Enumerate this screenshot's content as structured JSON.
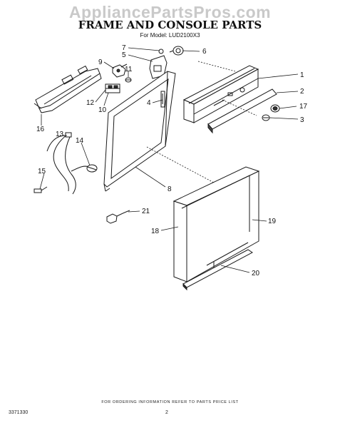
{
  "watermark": "AppliancePartsPros.com",
  "title": "FRAME AND CONSOLE PARTS",
  "model_line": "For Model: LUD2100X3",
  "footer": {
    "ordering_note": "FOR ORDERING INFORMATION REFER TO PARTS PRICE LIST",
    "doc_code": "3371330",
    "page": "2"
  },
  "callouts": [
    {
      "id": "c1",
      "label": "1"
    },
    {
      "id": "c2",
      "label": "2"
    },
    {
      "id": "c3",
      "label": "3"
    },
    {
      "id": "c4",
      "label": "4"
    },
    {
      "id": "c5",
      "label": "5"
    },
    {
      "id": "c6",
      "label": "6"
    },
    {
      "id": "c7",
      "label": "7"
    },
    {
      "id": "c8",
      "label": "8"
    },
    {
      "id": "c9",
      "label": "9"
    },
    {
      "id": "c10",
      "label": "10"
    },
    {
      "id": "c11",
      "label": "11"
    },
    {
      "id": "c12",
      "label": "12"
    },
    {
      "id": "c13",
      "label": "13"
    },
    {
      "id": "c14",
      "label": "14"
    },
    {
      "id": "c15",
      "label": "15"
    },
    {
      "id": "c16",
      "label": "16"
    },
    {
      "id": "c17",
      "label": "17"
    },
    {
      "id": "c18",
      "label": "18"
    },
    {
      "id": "c19",
      "label": "19"
    },
    {
      "id": "c20",
      "label": "20"
    },
    {
      "id": "c21",
      "label": "21"
    }
  ]
}
